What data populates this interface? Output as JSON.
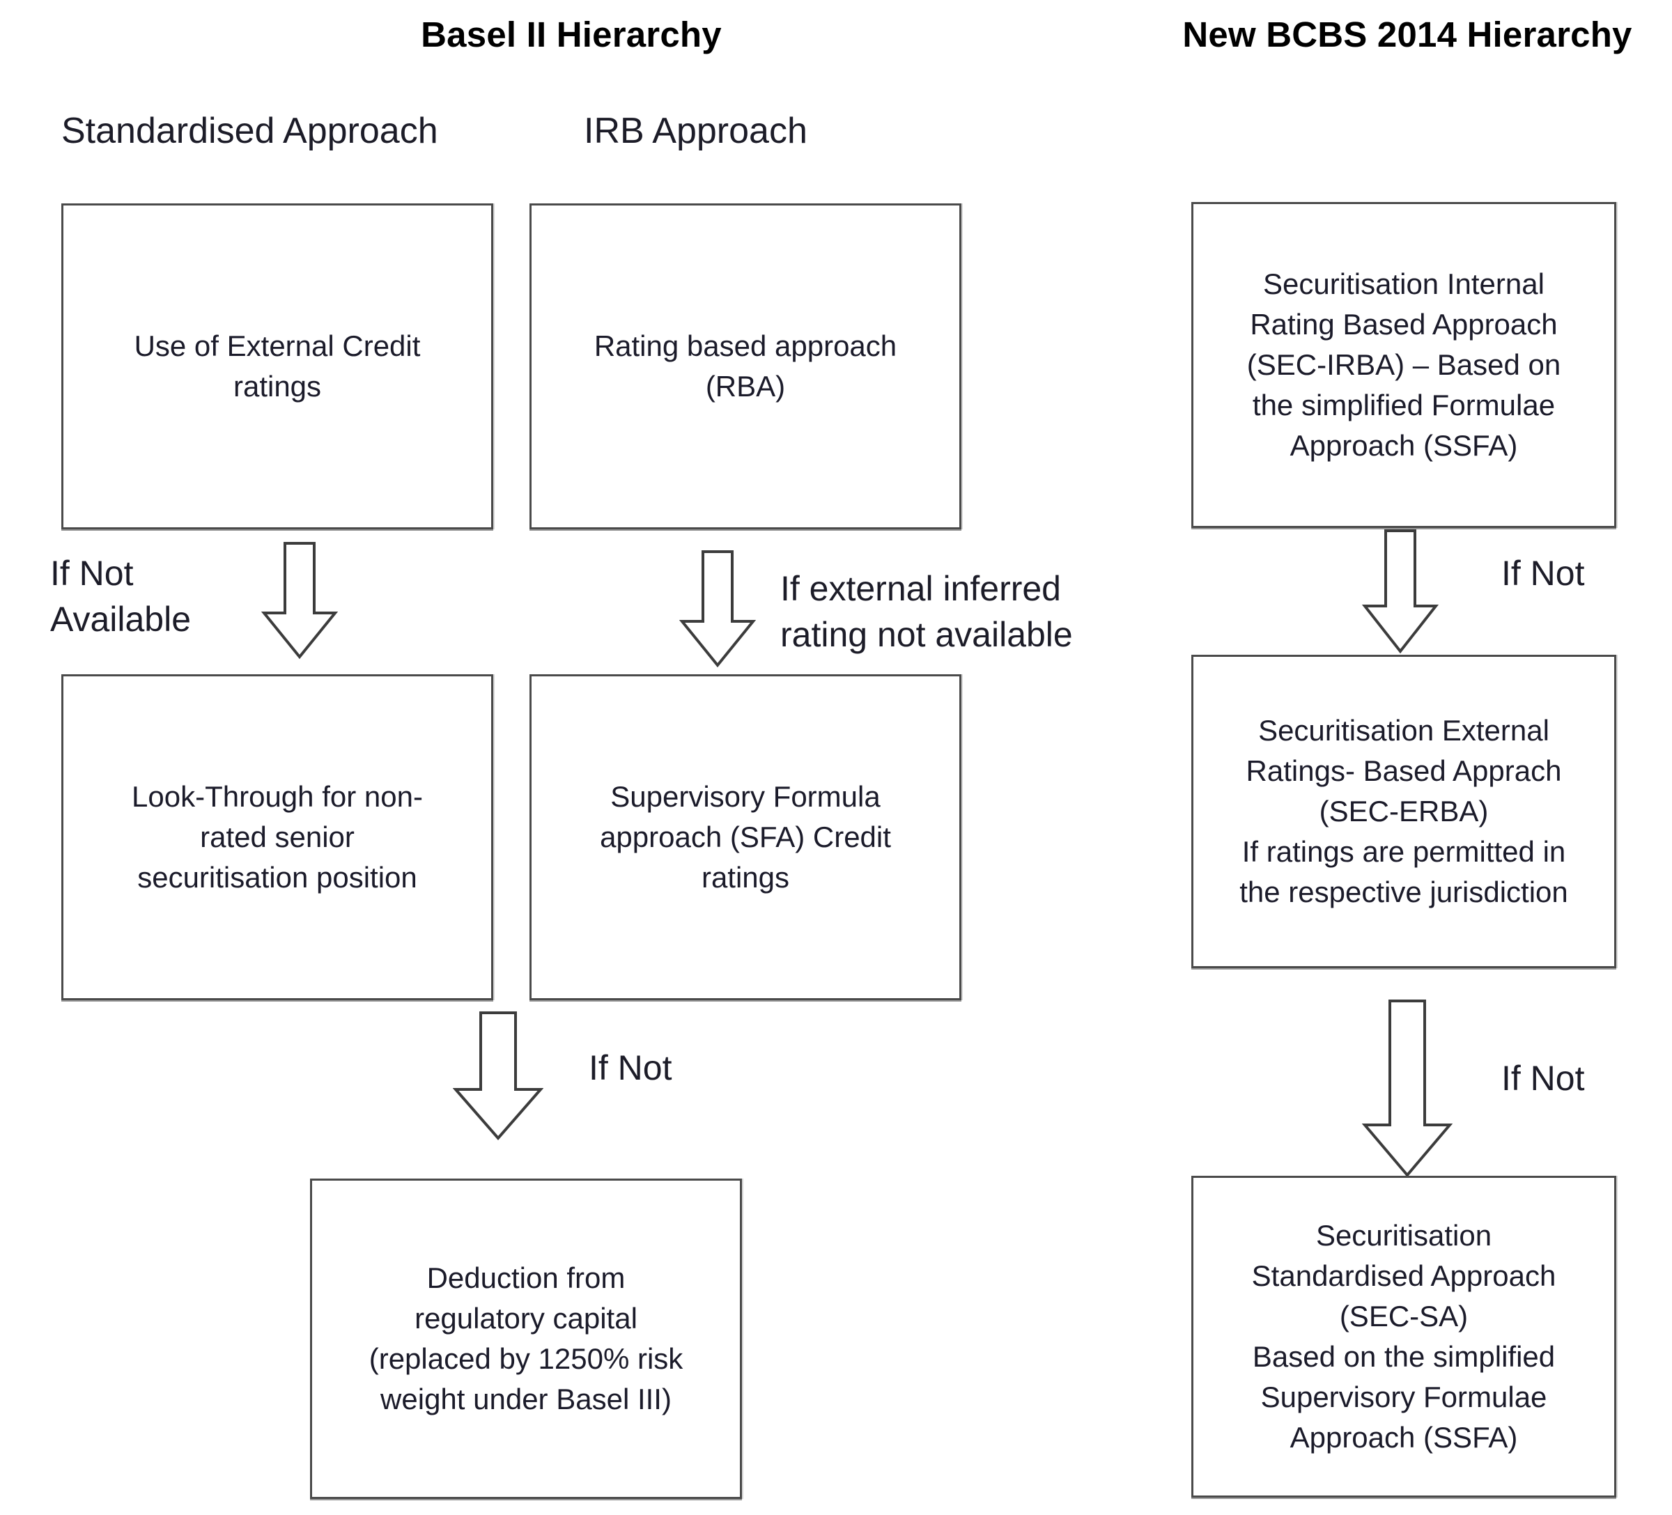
{
  "diagram": {
    "title_left": "Basel II Hierarchy",
    "title_right": "New BCBS 2014 Hierarchy",
    "approach_labels": {
      "standardised": "Standardised Approach",
      "irb": "IRB Approach"
    },
    "boxes": {
      "external_credit_ratings": "Use of External Credit\nratings",
      "rating_based_approach": "Rating based approach\n(RBA)",
      "sec_irba": "Securitisation Internal\nRating Based Approach\n(SEC-IRBA) – Based on\nthe simplified Formulae\nApproach (SSFA)",
      "look_through": "Look-Through for non-\nrated senior\nsecuritisation position",
      "supervisory_formula": "Supervisory Formula\napproach (SFA) Credit\nratings",
      "sec_erba": "Securitisation External\nRatings- Based Apprach\n(SEC-ERBA)\nIf ratings are permitted in\nthe respective jurisdiction",
      "deduction": "Deduction from\nregulatory capital\n(replaced by 1250% risk\nweight under Basel III)",
      "sec_sa": "Securitisation\nStandardised Approach\n(SEC-SA)\nBased on the simplified\nSupervisory Formulae\nApproach (SSFA)"
    },
    "conditions": {
      "if_not_available": "If Not\nAvailable",
      "if_external_inferred": "If external inferred\nrating not available",
      "if_not_left_bottom": "If Not",
      "if_not_right_top": "If Not",
      "if_not_right_bottom": "If Not"
    },
    "colors": {
      "box_border": "#4a4a4a",
      "text": "#1b1b2a",
      "title": "#000000",
      "background": "#ffffff"
    }
  }
}
